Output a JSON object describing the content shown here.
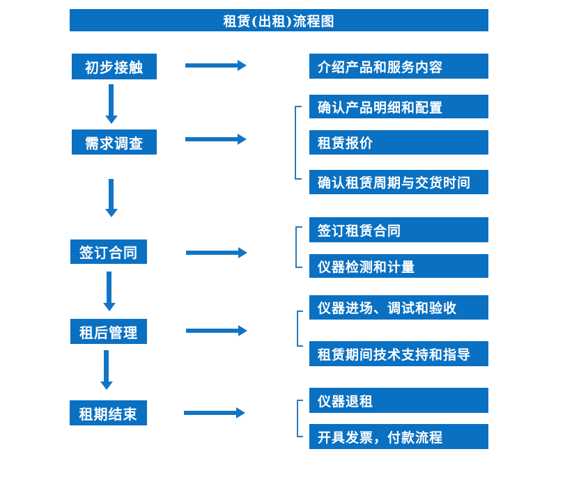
{
  "title": "租赁(出租)流程图",
  "colors": {
    "box": "#0a70c2",
    "arrow": "#1274c5",
    "bracket": "#2e77bb",
    "text": "#ffffff",
    "background": "#ffffff"
  },
  "steps": [
    {
      "label": "初步接触",
      "outputs": [
        "介绍产品和服务内容"
      ]
    },
    {
      "label": "需求调查",
      "outputs": [
        "确认产品明细和配置",
        "租赁报价",
        "确认租赁周期与交货时间"
      ]
    },
    {
      "label": "签订合同",
      "outputs": [
        "签订租赁合同",
        "仪器检测和计量"
      ]
    },
    {
      "label": "租后管理",
      "outputs": [
        "仪器进场、调试和验收",
        "租赁期间技术支持和指导"
      ]
    },
    {
      "label": "租期结束",
      "outputs": [
        "仪器退租",
        "开具发票，付款流程"
      ]
    }
  ]
}
